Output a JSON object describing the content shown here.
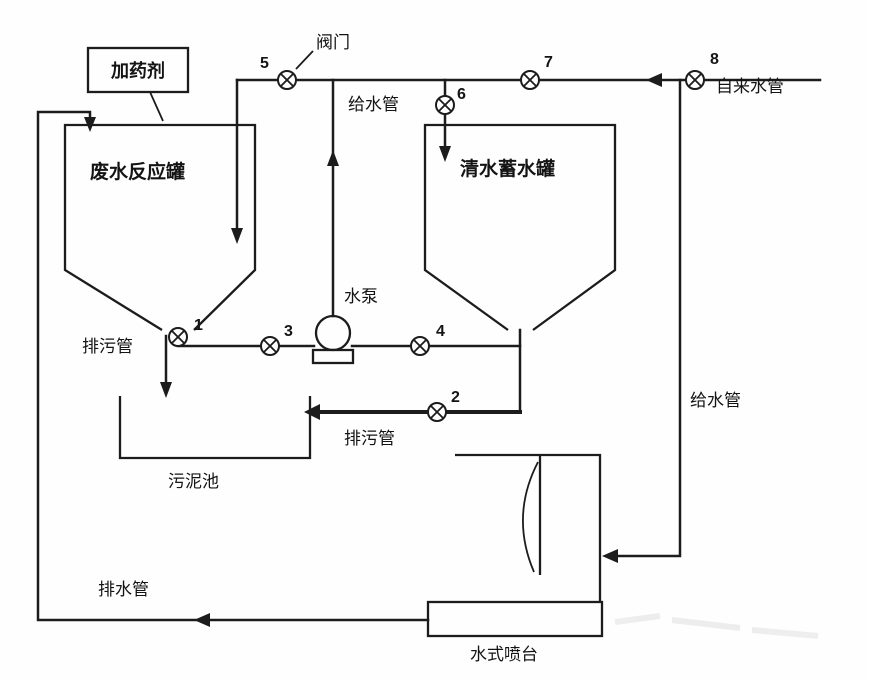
{
  "diagram": {
    "labels": {
      "dosing_box": "加药剂",
      "left_tank": "废水反应罐",
      "right_tank": "清水蓄水罐",
      "valve_pointer": "阀门",
      "supply_pipe_top": "给水管",
      "tap_water_pipe": "自来水管",
      "pump": "水泵",
      "drain_pipe": "排污管",
      "sludge_pipe": "排污管",
      "sludge_pool": "污泥池",
      "supply_pipe_right": "给水管",
      "drain_water_pipe": "排水管",
      "spray_booth": "水式喷台"
    },
    "valves": [
      {
        "label": "1"
      },
      {
        "label": "2"
      },
      {
        "label": "3"
      },
      {
        "label": "4"
      },
      {
        "label": "5"
      },
      {
        "label": "6"
      },
      {
        "label": "7"
      },
      {
        "label": "8"
      }
    ],
    "colors": {
      "ink": "#1c1c1c",
      "background": "#fefefe"
    }
  }
}
